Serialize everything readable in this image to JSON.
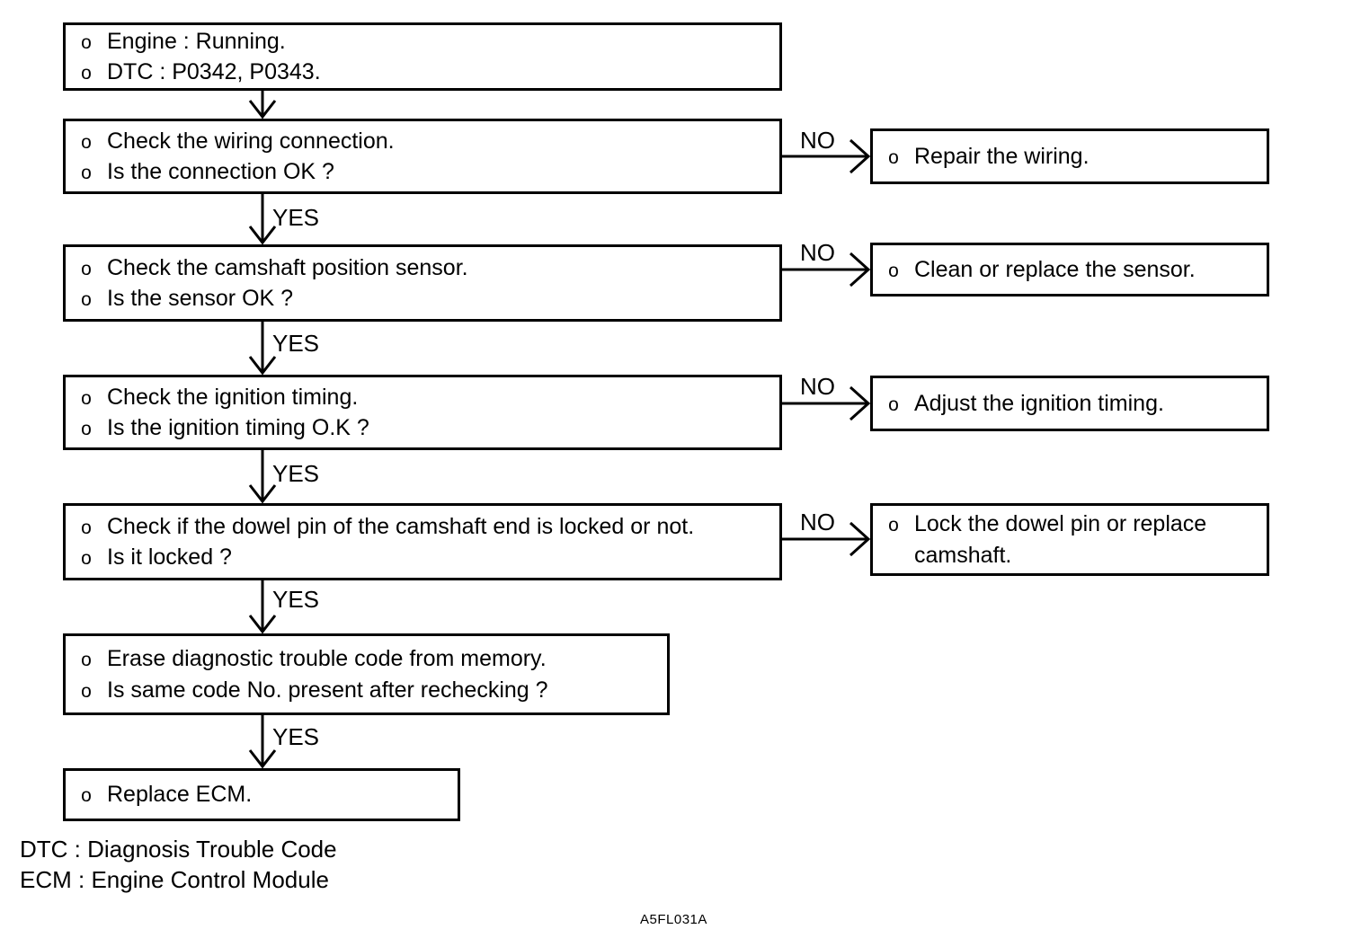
{
  "diagram": {
    "figure_code": "A5FL031A",
    "ink_color": "#000000",
    "background_color": "#ffffff",
    "nodes": {
      "start": {
        "lines": [
          "Engine : Running.",
          "DTC : P0342, P0343."
        ]
      },
      "step1": {
        "lines": [
          "Check the wiring connection.",
          "Is the connection OK ?"
        ]
      },
      "step1_no": {
        "lines": [
          "Repair the wiring."
        ]
      },
      "step2": {
        "lines": [
          "Check the camshaft position sensor.",
          "Is the sensor OK ?"
        ]
      },
      "step2_no": {
        "lines": [
          "Clean or replace the sensor."
        ]
      },
      "step3": {
        "lines": [
          "Check the ignition timing.",
          "Is the ignition timing O.K ?"
        ]
      },
      "step3_no": {
        "lines": [
          "Adjust the ignition timing."
        ]
      },
      "step4": {
        "lines": [
          "Check if the dowel pin of the camshaft end is locked or not.",
          "Is it locked ?"
        ]
      },
      "step4_no": {
        "lines": [
          "Lock the dowel pin or replace",
          "camshaft."
        ]
      },
      "step5": {
        "lines": [
          "Erase diagnostic trouble code from memory.",
          "Is same code No. present after rechecking ?"
        ]
      },
      "end": {
        "lines": [
          "Replace ECM."
        ]
      }
    },
    "bullet_glyph": "o",
    "edge_labels": {
      "no_1": "NO",
      "no_2": "NO",
      "no_3": "NO",
      "no_4": "NO",
      "yes_1": "YES",
      "yes_2": "YES",
      "yes_3": "YES",
      "yes_4": "YES",
      "yes_5": "YES"
    },
    "legend": [
      "DTC : Diagnosis Trouble Code",
      "ECM : Engine Control Module"
    ]
  }
}
